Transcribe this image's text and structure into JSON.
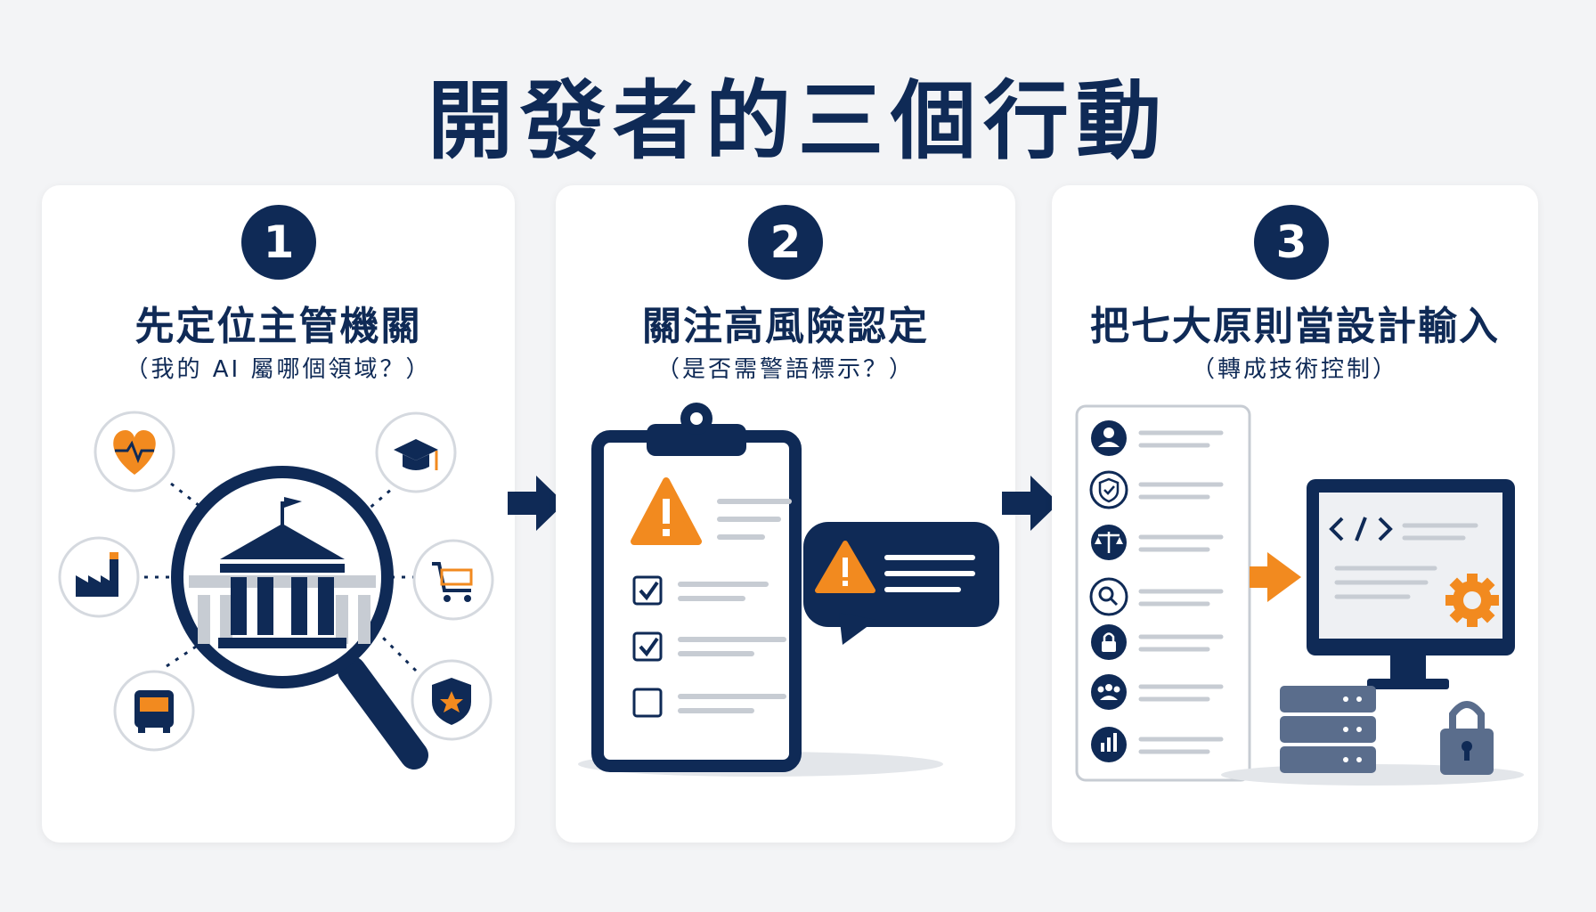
{
  "title": "開發者的三個行動",
  "steps": [
    {
      "number": "1",
      "heading": "先定位主管機關",
      "subtitle": "（我的 AI 屬哪個領域？）"
    },
    {
      "number": "2",
      "heading": "關注高風險認定",
      "subtitle": "（是否需警語標示？）"
    },
    {
      "number": "3",
      "heading": "把七大原則當設計輸入",
      "subtitle": "（轉成技術控制）"
    }
  ],
  "domain_icons": [
    "heart-pulse-icon",
    "graduation-cap-icon",
    "factory-icon",
    "shopping-cart-icon",
    "bus-icon",
    "shield-star-icon"
  ],
  "principle_icons": [
    "user-icon",
    "shield-check-icon",
    "scales-icon",
    "magnifier-icon",
    "lock-icon",
    "group-icon",
    "bar-chart-icon"
  ],
  "colors": {
    "navy": "#0f2a56",
    "orange": "#f28a1f",
    "gray": "#c7ccd3",
    "background": "#f3f4f6"
  }
}
